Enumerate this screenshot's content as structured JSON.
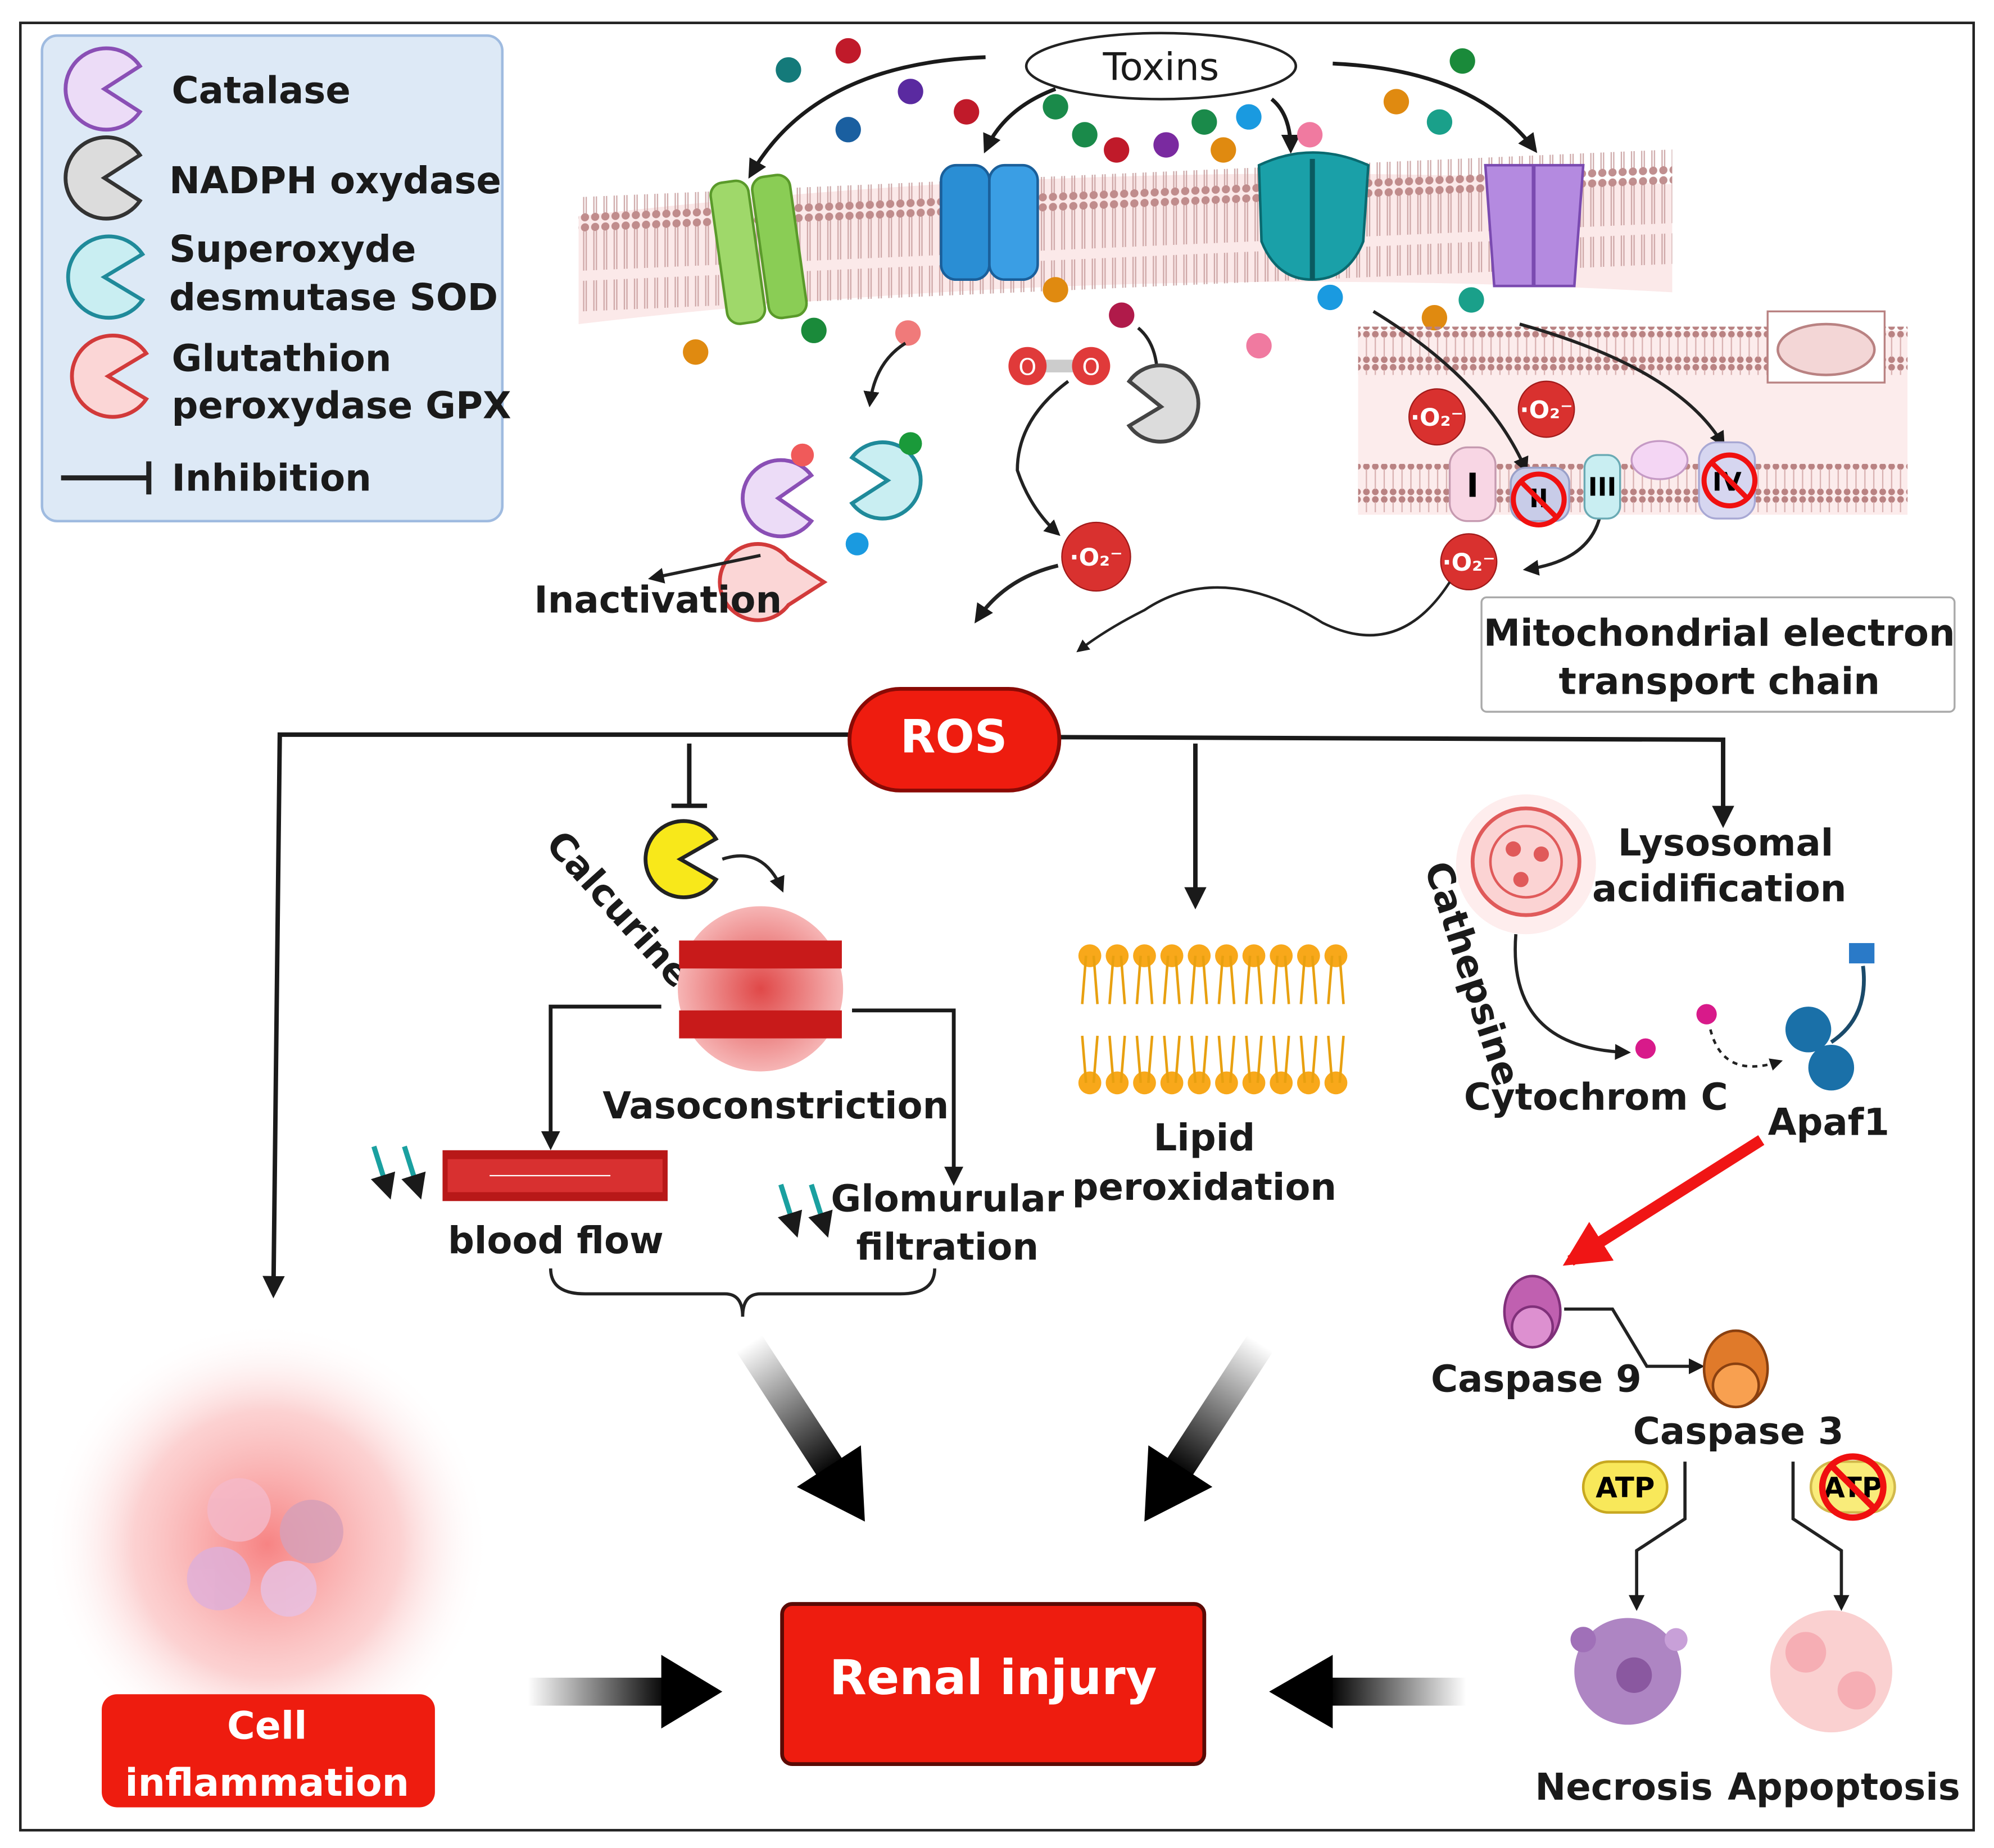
{
  "legend": {
    "items": [
      {
        "label": "Catalase",
        "color": "#c9a6e6"
      },
      {
        "label": "NADPH oxydase",
        "color": "#c8c8c8"
      },
      {
        "label_lines": [
          "Superoxyde",
          "desmutase SOD"
        ],
        "color": "#9fe0e8"
      },
      {
        "label_lines": [
          "Glutathion",
          "peroxydase GPX"
        ],
        "color": "#f6b3b3"
      }
    ],
    "inhibition": "Inhibition"
  },
  "top": {
    "toxins": "Toxins",
    "inactivation": "Inactivation",
    "oxygen_atom": "O",
    "superoxide": "·O₂⁻",
    "complexes": [
      "I",
      "II",
      "III",
      "IV"
    ],
    "mito_label": [
      "Mitochondrial electron",
      "transport chain"
    ]
  },
  "ros": {
    "label": "ROS",
    "color": "#ee1c0f"
  },
  "vascular": {
    "calcurine": "Calcurine",
    "vasoconstriction": "Vasoconstriction",
    "blood_flow": "blood flow",
    "glomerular": [
      "Glomurular",
      "filtration"
    ]
  },
  "lipid": [
    "Lipid",
    "peroxidation"
  ],
  "apoptosis_path": {
    "lysosomal": [
      "Lysosomal",
      "acidification"
    ],
    "cathepsine": "Cathepsine",
    "cytochrome": "Cytochrom C",
    "apaf1": "Apaf1",
    "caspase9": "Caspase 9",
    "caspase3": "Caspase 3",
    "atp": "ATP",
    "atp_blocked": "ATP",
    "necrosis": "Necrosis",
    "apoptosis": "Appoptosis"
  },
  "outcome": {
    "renal_injury": "Renal injury",
    "cell_inflammation": [
      "Cell",
      "inflammation"
    ],
    "accent": "#ee1c0f"
  }
}
